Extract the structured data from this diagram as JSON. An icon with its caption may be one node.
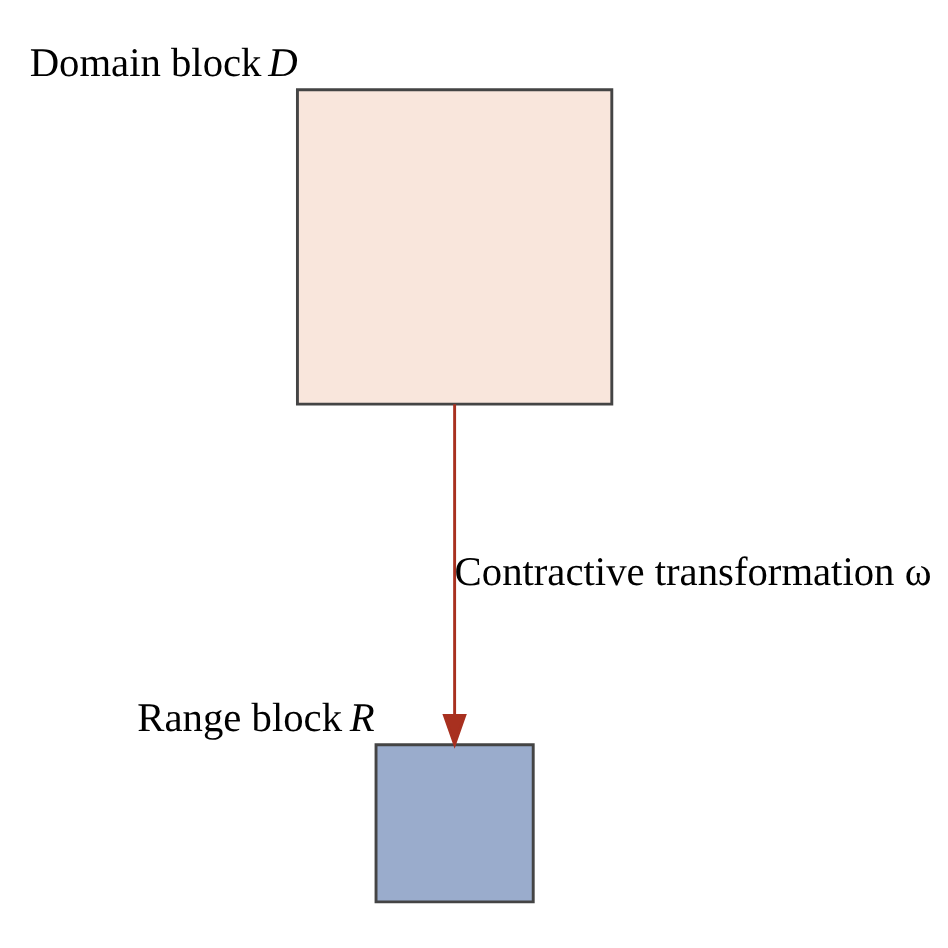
{
  "diagram": {
    "nodes": [
      {
        "text": [],
        "shape": "box",
        "beside": [
          "Domain block *D*"
        ]
      },
      {
        "text": [],
        "shape": "box",
        "beside": [
          "Range block *R*"
        ]
      }
    ],
    "edges": [
      {
        "from": 0,
        "to": 1,
        "arrow": "to",
        "label": "Contractive transformation ω",
        "color": "#a8301f"
      }
    ]
  }
}
